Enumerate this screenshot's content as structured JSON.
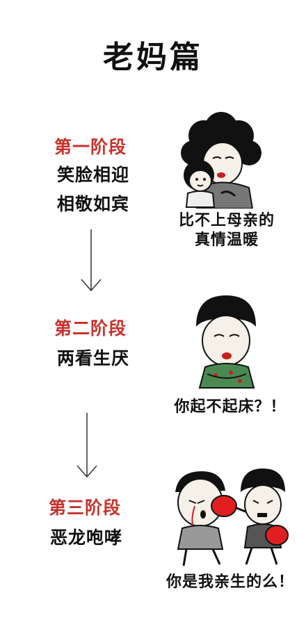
{
  "title": "老妈篇",
  "stages": [
    {
      "label": "第一阶段",
      "lines": [
        "笑脸相迎",
        "相敬如宾"
      ],
      "caption": [
        "比不上母亲的",
        "真情温暖"
      ]
    },
    {
      "label": "第二阶段",
      "lines": [
        "两看生厌"
      ],
      "caption": [
        "你起不起床？！"
      ]
    },
    {
      "label": "第三阶段",
      "lines": [
        "恶龙咆哮"
      ],
      "caption": [
        "你是我亲生的么！"
      ]
    }
  ],
  "colors": {
    "stage_label": "#c8322c",
    "text": "#111111",
    "boxing_glove": "#e02020",
    "dress": "#4a8a52"
  }
}
